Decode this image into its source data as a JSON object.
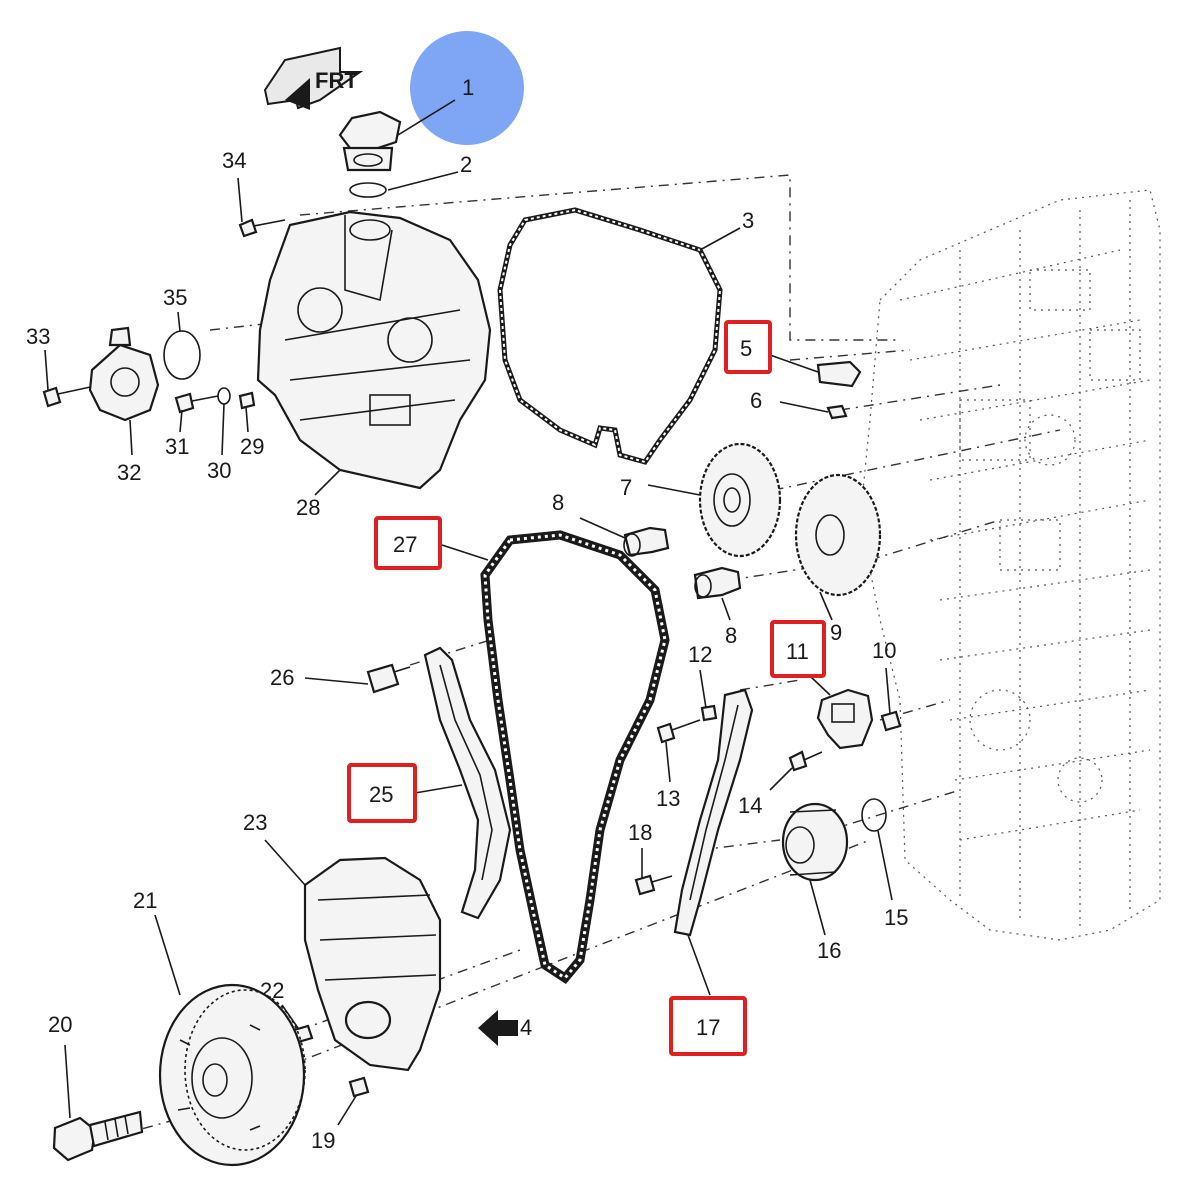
{
  "diagram": {
    "front_marker": "FRT",
    "highlight_circle_color": "#7ea6f4",
    "highlight_box_color": "#e02020",
    "callouts": {
      "c1": "1",
      "c2": "2",
      "c3": "3",
      "c4": "4",
      "c5": "5",
      "c6": "6",
      "c7": "7",
      "c8a": "8",
      "c8b": "8",
      "c9": "9",
      "c10": "10",
      "c11": "11",
      "c12": "12",
      "c13": "13",
      "c14": "14",
      "c15": "15",
      "c16": "16",
      "c17": "17",
      "c18": "18",
      "c19": "19",
      "c20": "20",
      "c21": "21",
      "c22": "22",
      "c23": "23",
      "c25": "25",
      "c26": "26",
      "c27": "27",
      "c28": "28",
      "c29": "29",
      "c30": "30",
      "c31": "31",
      "c32": "32",
      "c33": "33",
      "c34": "34",
      "c35": "35"
    }
  }
}
